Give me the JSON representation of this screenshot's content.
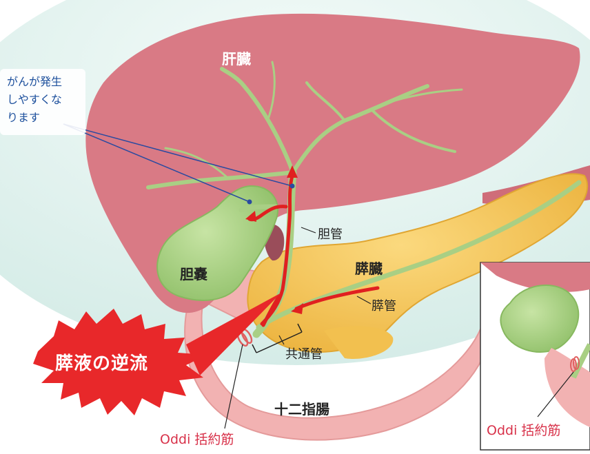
{
  "labels": {
    "liver": "肝臓",
    "cancer_note": [
      "がんが発生",
      "しやすくな",
      "ります"
    ],
    "bile_duct": "胆管",
    "gallbladder": "胆嚢",
    "pancreas": "膵臓",
    "pancreatic_duct": "膵管",
    "common_channel": "共通管",
    "backflow": "膵液の逆流",
    "duodenum": "十二指腸",
    "oddi": "Oddi 括約筋",
    "oddi_inset": "Oddi 括約筋"
  },
  "colors": {
    "liver": "#d97a85",
    "bile": "#a9cf84",
    "pancreas": "#f5c75a",
    "duodenum": "#f2b2b2",
    "arrow": "#e02020",
    "burst": "#e8282a",
    "oddi_text": "#d8324a",
    "pointer": "#2a4aa0"
  }
}
